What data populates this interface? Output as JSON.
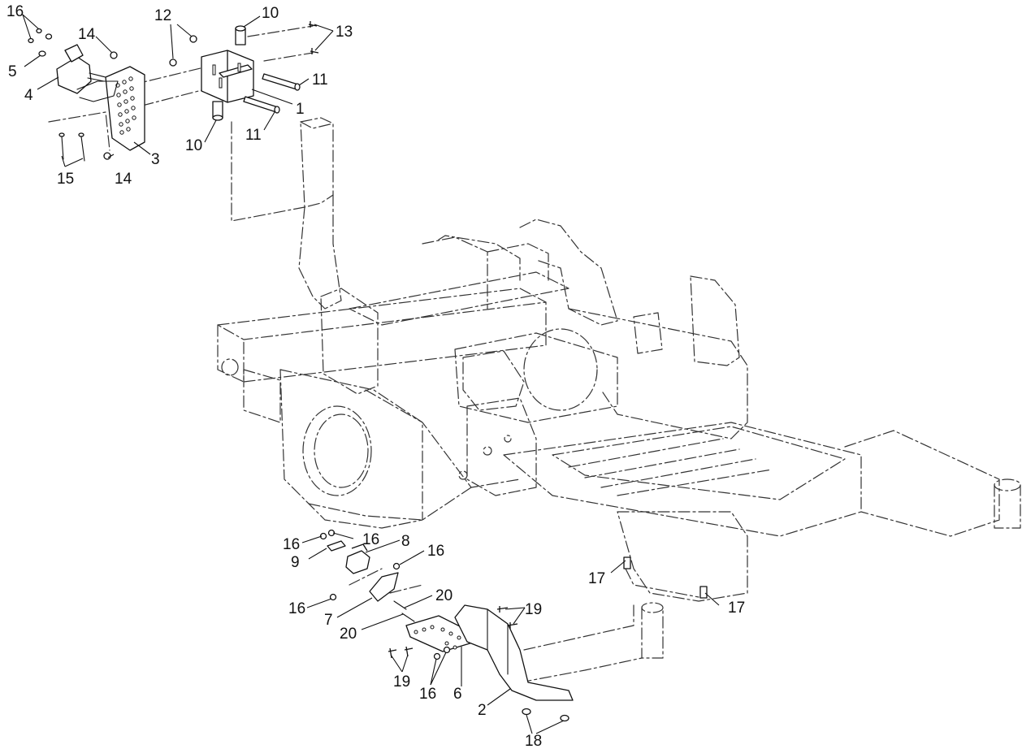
{
  "callouts": {
    "c1": "1",
    "c2": "2",
    "c3": "3",
    "c4": "4",
    "c5": "5",
    "c6": "6",
    "c7": "7",
    "c8": "8",
    "c9": "9",
    "c10a": "10",
    "c10b": "10",
    "c11a": "11",
    "c11b": "11",
    "c12": "12",
    "c13": "13",
    "c14a": "14",
    "c14b": "14",
    "c15": "15",
    "c16a": "16",
    "c16b": "16",
    "c16c": "16",
    "c16d": "16",
    "c16e": "16",
    "c16f": "16",
    "c17a": "17",
    "c17b": "17",
    "c18": "18",
    "c19a": "19",
    "c19b": "19",
    "c20a": "20",
    "c20b": "20"
  }
}
